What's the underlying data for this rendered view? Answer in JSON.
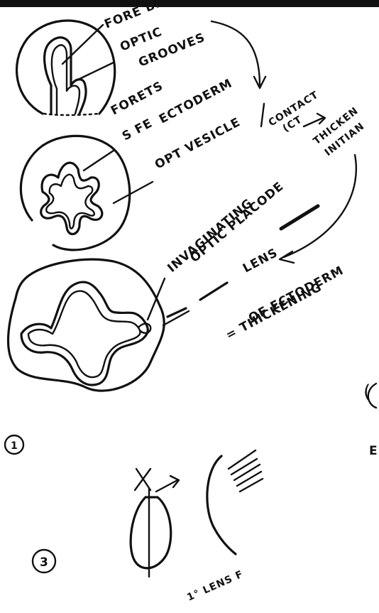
{
  "labels": {
    "forebrain": "FORE BRAIN",
    "optic_grooves_1": "OPTIC",
    "optic_grooves_2": "GROOVES",
    "forets": "FORETS",
    "sfe": "S FE",
    "ectoderm": "ECTODERM",
    "optic_vesicle": "OPT VESICLE",
    "contact_1": "CONTACT",
    "contact_2": "(CT",
    "thickening_1": "THICKEN",
    "thickening_2": "INITIAN",
    "invaginating_1": "INVAGINATING",
    "invaginating_2": "OPTIC PLACODE",
    "lens": "LENS",
    "thickening_ecto_1": "= THICKENING",
    "thickening_ecto_2": "OF ECTODERM",
    "section_marker_1": "1",
    "section_marker_3": "3",
    "lens_fibre": "1° LENS F",
    "edge_mark_1": "(",
    "edge_mark_2": "E"
  }
}
